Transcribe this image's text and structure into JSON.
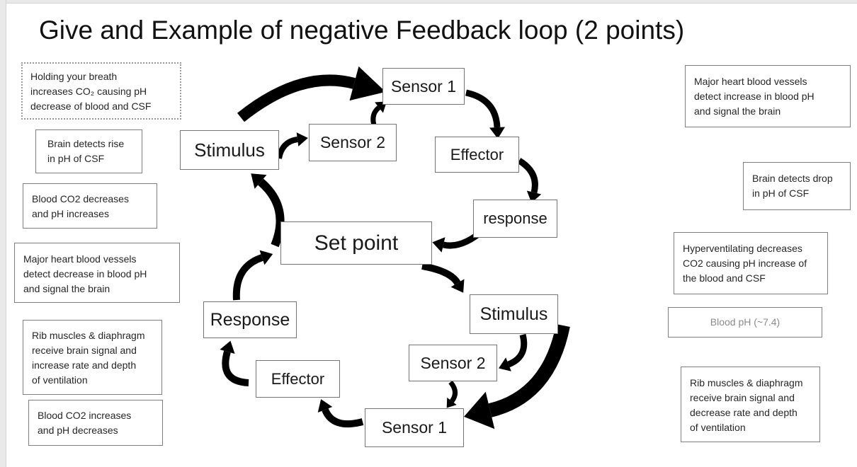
{
  "title": "Give and Example of negative Feedback loop (2 points)",
  "colors": {
    "arrow": "#000000",
    "box_border": "#7f7f7f",
    "muted_text": "#8a8a8a"
  },
  "left_notes": [
    {
      "id": "holding-breath",
      "text": "Holding your breath\nincreases CO₂ causing pH\ndecrease of blood and CSF"
    },
    {
      "id": "brain-detects-rise",
      "text": "Brain detects rise\nin pH of CSF"
    },
    {
      "id": "blood-co2-decreases",
      "text": "Blood CO2 decreases\nand pH increases"
    },
    {
      "id": "vessels-detect-decrease",
      "text": "Major heart blood vessels\ndetect decrease in blood pH\nand signal the brain"
    },
    {
      "id": "rib-muscles-increase",
      "text": "Rib muscles & diaphragm\nreceive brain signal and\nincrease rate and depth\nof ventilation"
    },
    {
      "id": "blood-co2-increases",
      "text": "Blood CO2 increases\nand pH decreases"
    }
  ],
  "right_notes": [
    {
      "id": "vessels-detect-increase",
      "text": "Major heart blood vessels\ndetect increase in blood pH\nand signal the brain"
    },
    {
      "id": "brain-detects-drop",
      "text": "Brain detects drop\nin pH of CSF"
    },
    {
      "id": "hyperventilating",
      "text": "Hyperventilating decreases\nCO2 causing pH increase of\nthe blood and CSF"
    },
    {
      "id": "blood-ph",
      "text": "Blood pH (~7.4)",
      "muted": true
    },
    {
      "id": "rib-muscles-decrease",
      "text": "Rib muscles & diaphragm\nreceive brain signal and\ndecrease rate and depth\nof ventilation"
    }
  ],
  "diagram": {
    "nodes": [
      {
        "id": "sensor1-top",
        "label": "Sensor 1"
      },
      {
        "id": "sensor2-top",
        "label": "Sensor 2"
      },
      {
        "id": "stimulus-top",
        "label": "Stimulus"
      },
      {
        "id": "effector-top",
        "label": "Effector"
      },
      {
        "id": "response-small",
        "label": "response"
      },
      {
        "id": "set-point",
        "label": "Set point"
      },
      {
        "id": "stimulus-right",
        "label": "Stimulus"
      },
      {
        "id": "sensor2-bottom",
        "label": "Sensor 2"
      },
      {
        "id": "sensor1-bottom",
        "label": "Sensor 1"
      },
      {
        "id": "effector-bottom",
        "label": "Effector"
      },
      {
        "id": "response-big",
        "label": "Response"
      }
    ],
    "edges": [
      {
        "from": "stimulus-top",
        "to": "sensor1-top",
        "emphasis": "heavy"
      },
      {
        "from": "stimulus-top",
        "to": "sensor2-top",
        "emphasis": "normal"
      },
      {
        "from": "sensor2-top",
        "to": "sensor1-top",
        "emphasis": "normal"
      },
      {
        "from": "sensor1-top",
        "to": "effector-top",
        "emphasis": "normal"
      },
      {
        "from": "effector-top",
        "to": "response-small",
        "emphasis": "normal"
      },
      {
        "from": "response-small",
        "to": "set-point",
        "emphasis": "normal"
      },
      {
        "from": "set-point",
        "to": "stimulus-top",
        "emphasis": "normal"
      },
      {
        "from": "response-big",
        "to": "set-point",
        "emphasis": "normal"
      },
      {
        "from": "set-point",
        "to": "stimulus-right",
        "emphasis": "normal"
      },
      {
        "from": "stimulus-right",
        "to": "sensor2-bottom",
        "emphasis": "normal"
      },
      {
        "from": "stimulus-right",
        "to": "sensor1-bottom",
        "emphasis": "heavy"
      },
      {
        "from": "sensor2-bottom",
        "to": "sensor1-bottom",
        "emphasis": "normal"
      },
      {
        "from": "sensor1-bottom",
        "to": "effector-bottom",
        "emphasis": "normal"
      },
      {
        "from": "effector-bottom",
        "to": "response-big",
        "emphasis": "normal"
      }
    ]
  }
}
